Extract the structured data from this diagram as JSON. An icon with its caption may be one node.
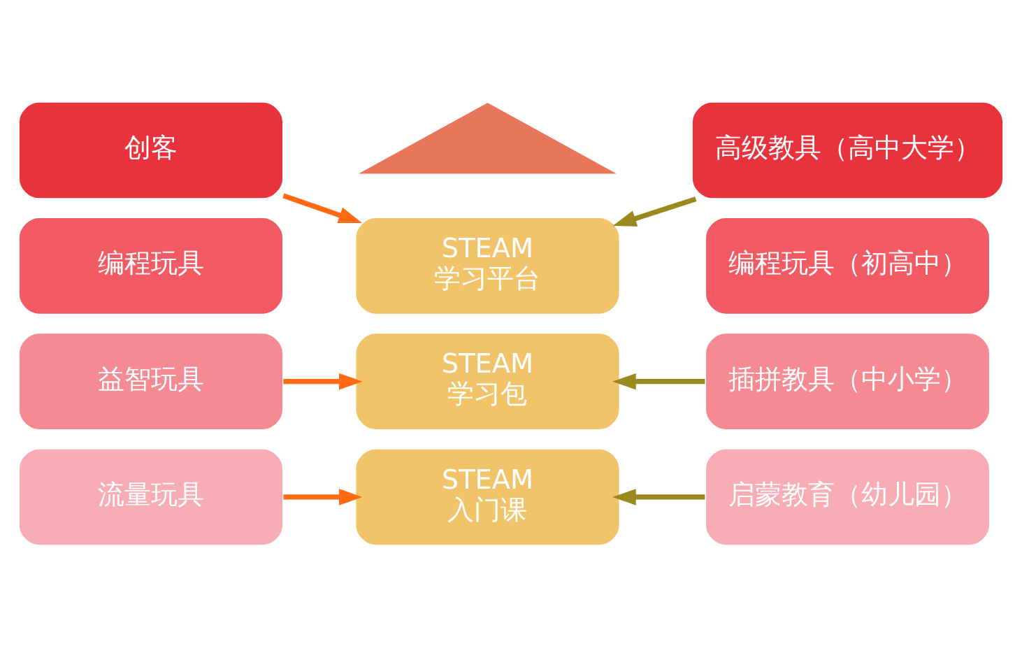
{
  "diagram": {
    "nodes": [
      {
        "text": [],
        "shape": "triangle"
      },
      {
        "text": [
          "创客"
        ]
      },
      {
        "text": [
          "高级教具（高中大学）"
        ]
      },
      {
        "text": [
          "STEAM",
          "学习平台"
        ]
      },
      {
        "text": [
          "编程玩具"
        ]
      },
      {
        "text": [
          "编程玩具（初高中）"
        ]
      },
      {
        "text": [
          "益智玩具"
        ]
      },
      {
        "text": [
          "STEAM",
          "学习包"
        ]
      },
      {
        "text": [
          "插拼教具（中小学）"
        ]
      },
      {
        "text": [
          "流量玩具"
        ]
      },
      {
        "text": [
          "STEAM",
          "入门课"
        ]
      },
      {
        "text": [
          "启蒙教育（幼儿园）"
        ]
      }
    ],
    "edges": [
      {
        "from": 1,
        "to": 3,
        "arrow": "to",
        "color": "#ff6a13"
      },
      {
        "from": 2,
        "to": 3,
        "arrow": "to",
        "color": "#9a8a1e"
      },
      {
        "from": 6,
        "to": 7,
        "arrow": "to",
        "color": "#ff6a13"
      },
      {
        "from": 8,
        "to": 7,
        "arrow": "to",
        "color": "#9a8a1e"
      },
      {
        "from": 9,
        "to": 10,
        "arrow": "to",
        "color": "#ff6a13"
      },
      {
        "from": 11,
        "to": 10,
        "arrow": "to",
        "color": "#9a8a1e"
      }
    ]
  }
}
